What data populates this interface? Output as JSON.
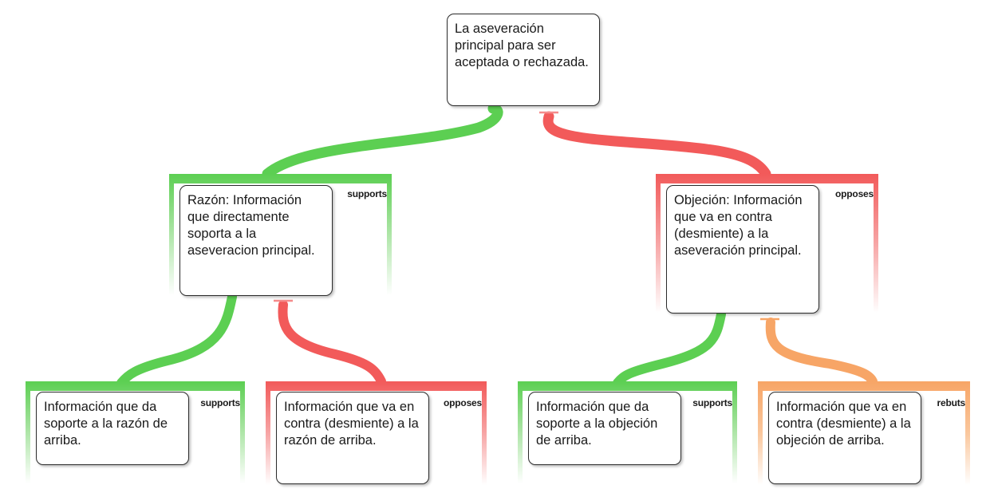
{
  "colors": {
    "supports": "#46c93c",
    "opposes": "#f25a5a",
    "rebuts": "#f7a566",
    "card_border": "#2b2b2b"
  },
  "root": {
    "text": "La aseveración principal para ser aceptada o rechazada."
  },
  "level1": [
    {
      "relation": "supports",
      "label": "supports",
      "text": "Razón: Información que directamente soporta a la aseveracion principal."
    },
    {
      "relation": "opposes",
      "label": "opposes",
      "text": "Objeción: Información que va en contra (desmiente) a la aseveración principal."
    }
  ],
  "level2": [
    {
      "relation": "supports",
      "label": "supports",
      "text": "Información que da soporte a la razón de arriba."
    },
    {
      "relation": "opposes",
      "label": "opposes",
      "text": "Información que va en contra (desmiente) a la razón de arriba."
    },
    {
      "relation": "supports",
      "label": "supports",
      "text": "Información que da soporte a la objeción de arriba."
    },
    {
      "relation": "rebuts",
      "label": "rebuts",
      "text": "Información que va en contra (desmiente) a la objeción de arriba."
    }
  ]
}
